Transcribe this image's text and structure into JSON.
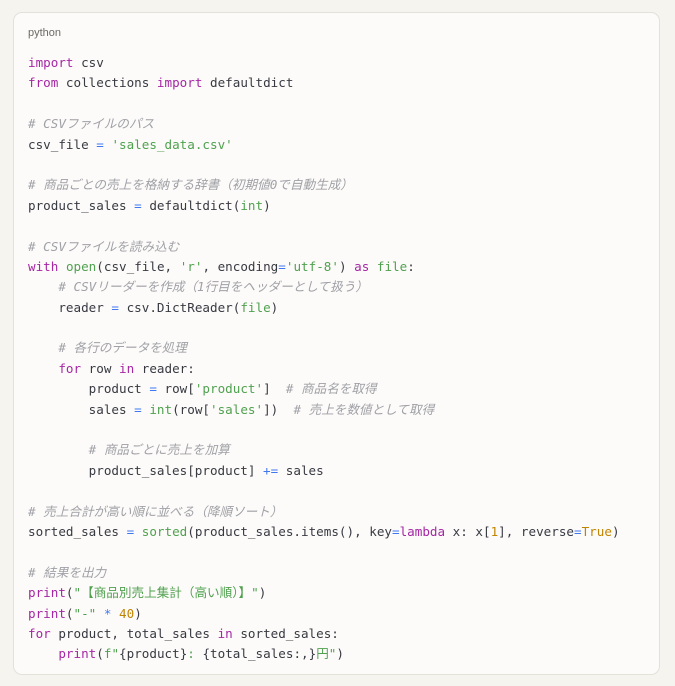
{
  "code_block": {
    "language": "python",
    "lines": [
      [
        [
          "k",
          "import"
        ],
        [
          "t",
          " csv"
        ]
      ],
      [
        [
          "k",
          "from"
        ],
        [
          "t",
          " collections "
        ],
        [
          "k",
          "import"
        ],
        [
          "t",
          " defaultdict"
        ]
      ],
      [],
      [
        [
          "c",
          "# CSVファイルのパス"
        ]
      ],
      [
        [
          "t",
          "csv_file "
        ],
        [
          "o",
          "="
        ],
        [
          "t",
          " "
        ],
        [
          "s",
          "'sales_data.csv'"
        ]
      ],
      [],
      [
        [
          "c",
          "# 商品ごとの売上を格納する辞書（初期値0で自動生成）"
        ]
      ],
      [
        [
          "t",
          "product_sales "
        ],
        [
          "o",
          "="
        ],
        [
          "t",
          " defaultdict("
        ],
        [
          "f",
          "int"
        ],
        [
          "t",
          ")"
        ]
      ],
      [],
      [
        [
          "c",
          "# CSVファイルを読み込む"
        ]
      ],
      [
        [
          "k",
          "with"
        ],
        [
          "t",
          " "
        ],
        [
          "f",
          "open"
        ],
        [
          "t",
          "(csv_file, "
        ],
        [
          "s",
          "'r'"
        ],
        [
          "t",
          ", encoding"
        ],
        [
          "o",
          "="
        ],
        [
          "s",
          "'utf-8'"
        ],
        [
          "t",
          ") "
        ],
        [
          "k",
          "as"
        ],
        [
          "t",
          " "
        ],
        [
          "f",
          "file"
        ],
        [
          "t",
          ":"
        ]
      ],
      [
        [
          "t",
          "    "
        ],
        [
          "c",
          "# CSVリーダーを作成（1行目をヘッダーとして扱う）"
        ]
      ],
      [
        [
          "t",
          "    reader "
        ],
        [
          "o",
          "="
        ],
        [
          "t",
          " csv.DictReader("
        ],
        [
          "f",
          "file"
        ],
        [
          "t",
          ")"
        ]
      ],
      [],
      [
        [
          "t",
          "    "
        ],
        [
          "c",
          "# 各行のデータを処理"
        ]
      ],
      [
        [
          "t",
          "    "
        ],
        [
          "k",
          "for"
        ],
        [
          "t",
          " row "
        ],
        [
          "k",
          "in"
        ],
        [
          "t",
          " reader:"
        ]
      ],
      [
        [
          "t",
          "        product "
        ],
        [
          "o",
          "="
        ],
        [
          "t",
          " row["
        ],
        [
          "s",
          "'product'"
        ],
        [
          "t",
          "]  "
        ],
        [
          "c",
          "# 商品名を取得"
        ]
      ],
      [
        [
          "t",
          "        sales "
        ],
        [
          "o",
          "="
        ],
        [
          "t",
          " "
        ],
        [
          "f",
          "int"
        ],
        [
          "t",
          "(row["
        ],
        [
          "s",
          "'sales'"
        ],
        [
          "t",
          "])  "
        ],
        [
          "c",
          "# 売上を数値として取得"
        ]
      ],
      [],
      [
        [
          "t",
          "        "
        ],
        [
          "c",
          "# 商品ごとに売上を加算"
        ]
      ],
      [
        [
          "t",
          "        product_sales[product] "
        ],
        [
          "o",
          "+="
        ],
        [
          "t",
          " sales"
        ]
      ],
      [],
      [
        [
          "c",
          "# 売上合計が高い順に並べる（降順ソート）"
        ]
      ],
      [
        [
          "t",
          "sorted_sales "
        ],
        [
          "o",
          "="
        ],
        [
          "t",
          " "
        ],
        [
          "f",
          "sorted"
        ],
        [
          "t",
          "(product_sales.items(), key"
        ],
        [
          "o",
          "="
        ],
        [
          "k",
          "lambda"
        ],
        [
          "t",
          " x: x["
        ],
        [
          "n",
          "1"
        ],
        [
          "t",
          "], reverse"
        ],
        [
          "o",
          "="
        ],
        [
          "n",
          "True"
        ],
        [
          "t",
          ")"
        ]
      ],
      [],
      [
        [
          "c",
          "# 結果を出力"
        ]
      ],
      [
        [
          "k",
          "print"
        ],
        [
          "t",
          "("
        ],
        [
          "s",
          "\"【商品別売上集計（高い順）】\""
        ],
        [
          "t",
          ")"
        ]
      ],
      [
        [
          "k",
          "print"
        ],
        [
          "t",
          "("
        ],
        [
          "s",
          "\"-\""
        ],
        [
          "t",
          " "
        ],
        [
          "o",
          "*"
        ],
        [
          "t",
          " "
        ],
        [
          "n",
          "40"
        ],
        [
          "t",
          ")"
        ]
      ],
      [
        [
          "k",
          "for"
        ],
        [
          "t",
          " product, total_sales "
        ],
        [
          "k",
          "in"
        ],
        [
          "t",
          " sorted_sales:"
        ]
      ],
      [
        [
          "t",
          "    "
        ],
        [
          "k",
          "print"
        ],
        [
          "t",
          "("
        ],
        [
          "s",
          "f\""
        ],
        [
          "t",
          "{product}"
        ],
        [
          "s",
          ": "
        ],
        [
          "t",
          "{total_sales:,}"
        ],
        [
          "s",
          "円\""
        ],
        [
          "t",
          ")"
        ]
      ]
    ]
  }
}
